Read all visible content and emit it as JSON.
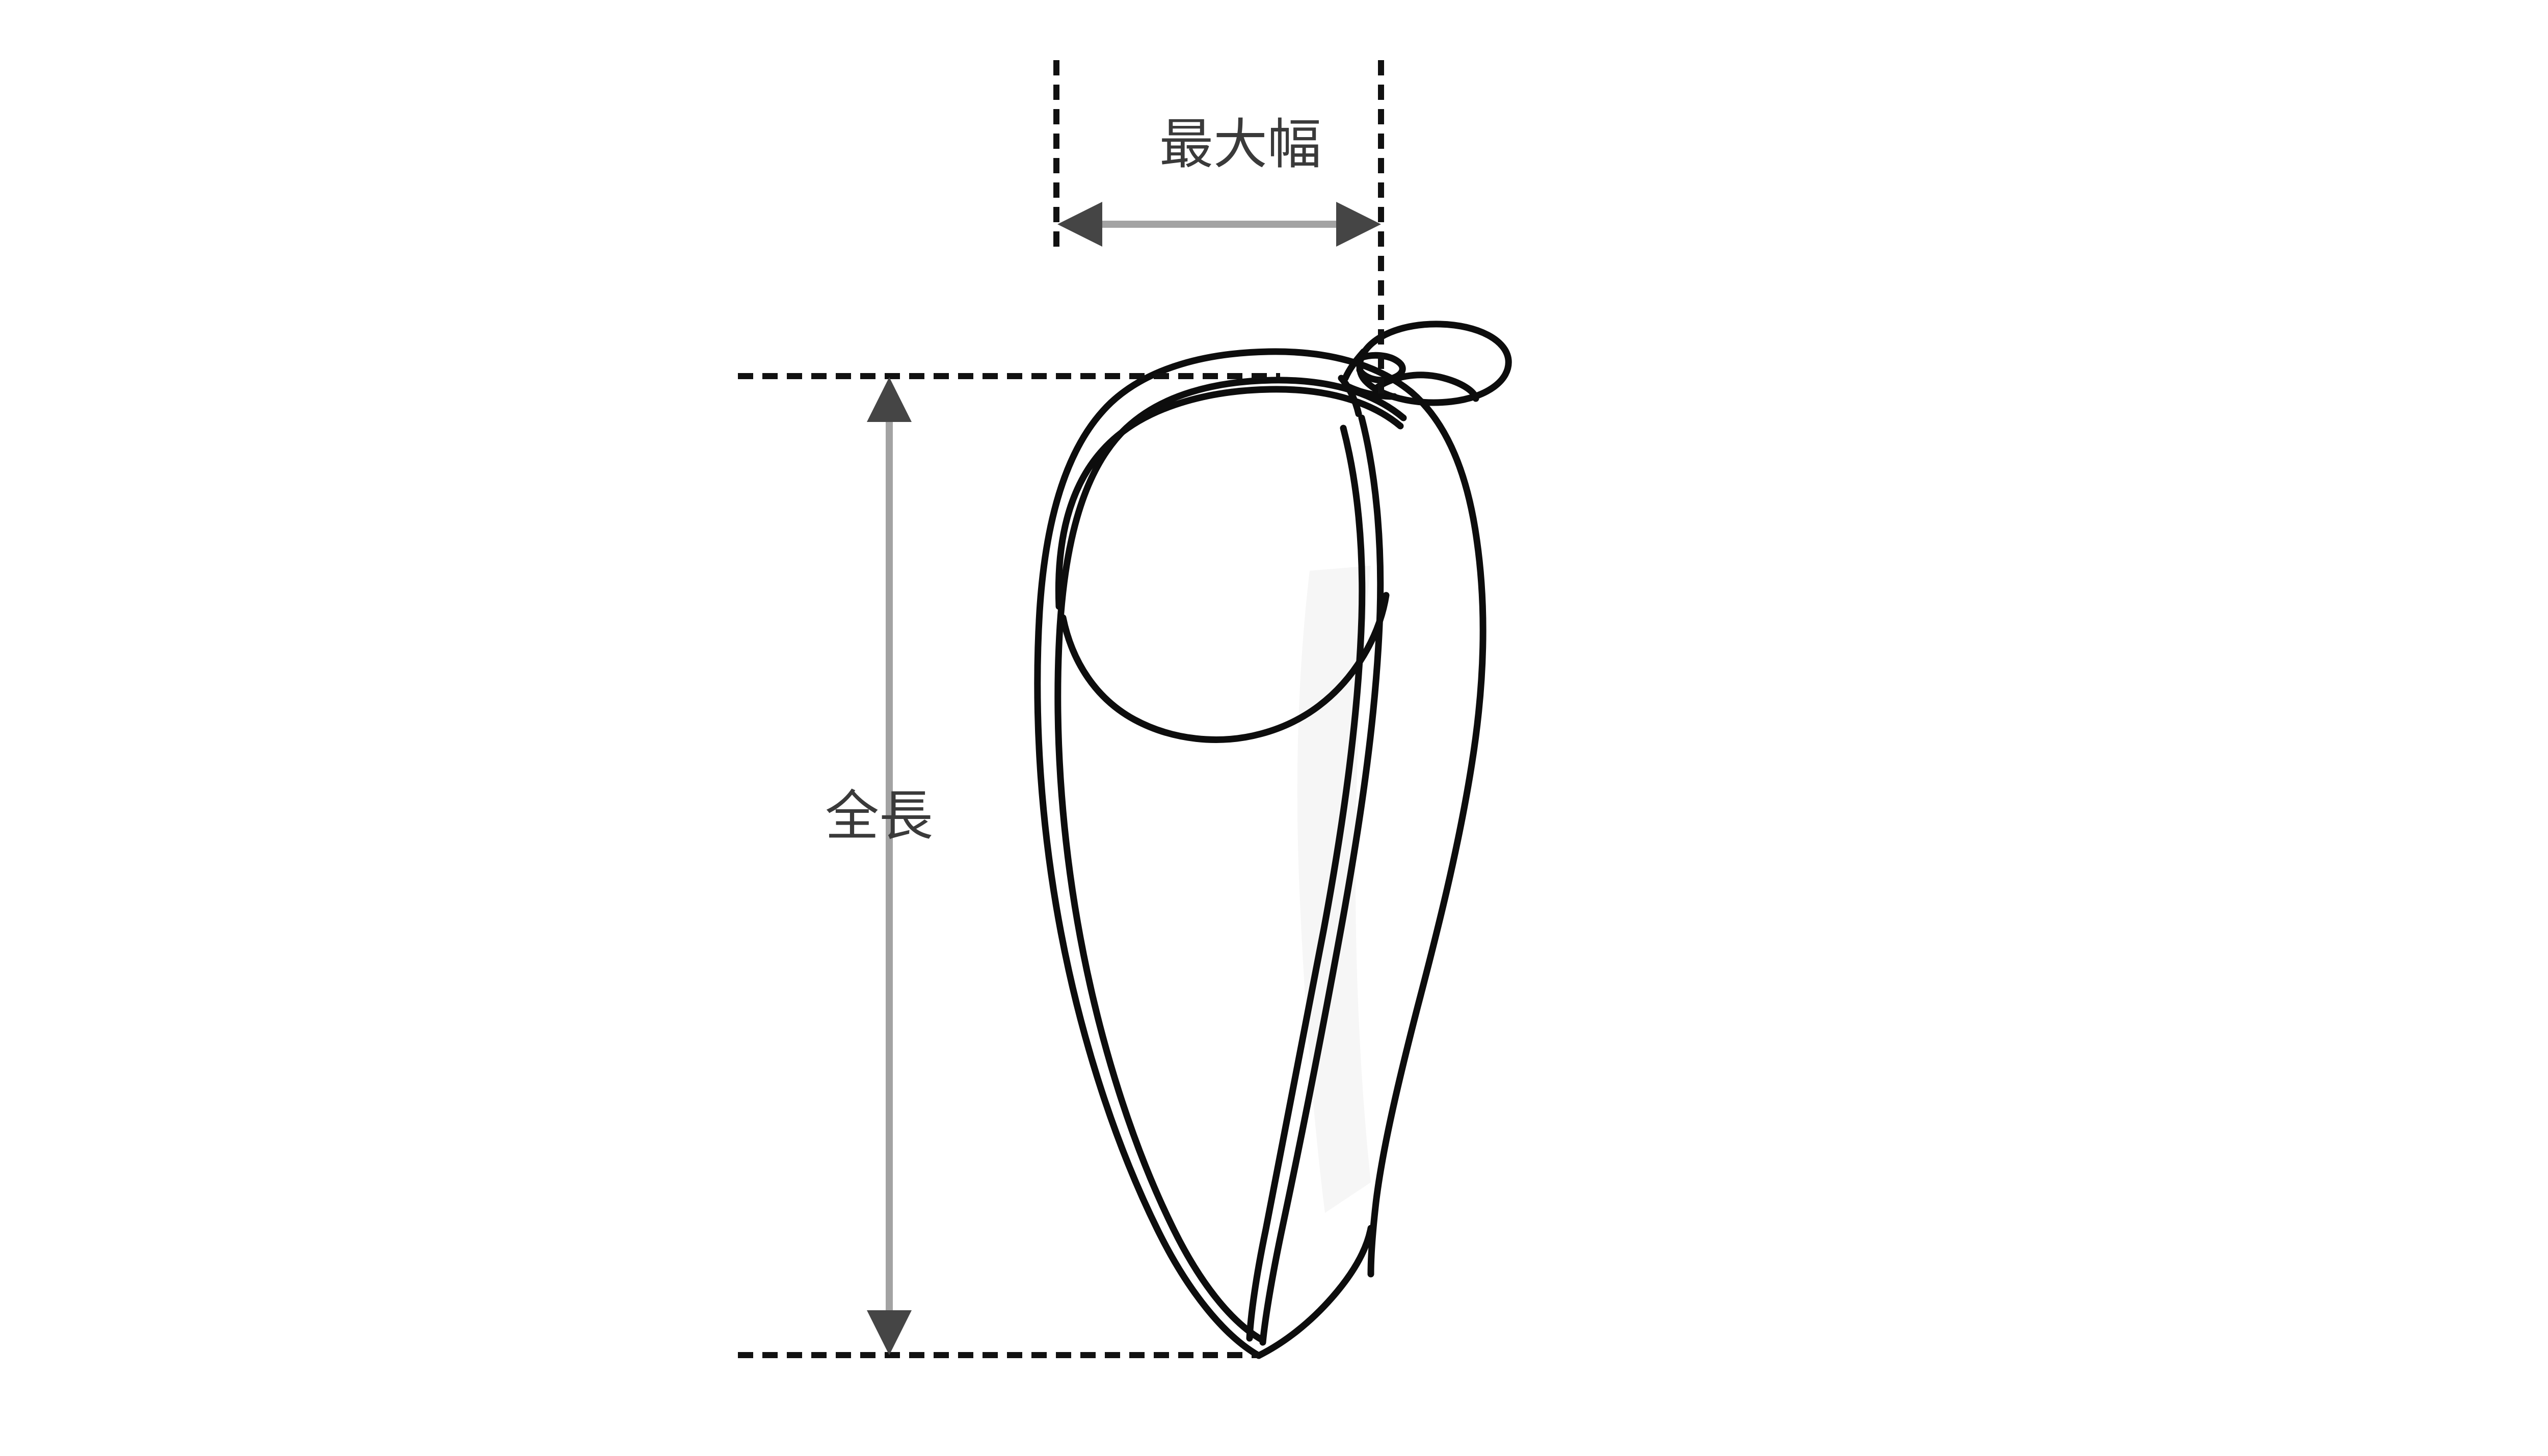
{
  "figure": {
    "kind": "technical-line-drawing",
    "subject": "tapered-bag-with-hanging-loop",
    "background_color": "#ffffff",
    "outline_color": "#0d0d0d",
    "shade_panel_color": "#f7f7f7"
  },
  "dimensions": {
    "width": {
      "label": "最大幅",
      "label_color": "#3a3a3a",
      "label_font_size": "106px",
      "arrow_shaft_color": "#a3a3a3",
      "arrow_head_color": "#454545",
      "guide_color": "#111111",
      "orientation": "horizontal"
    },
    "height": {
      "label": "全長",
      "label_color": "#3a3a3a",
      "label_font_size": "106px",
      "arrow_shaft_color": "#a3a3a3",
      "arrow_head_color": "#454545",
      "guide_color": "#111111",
      "orientation": "vertical"
    }
  }
}
